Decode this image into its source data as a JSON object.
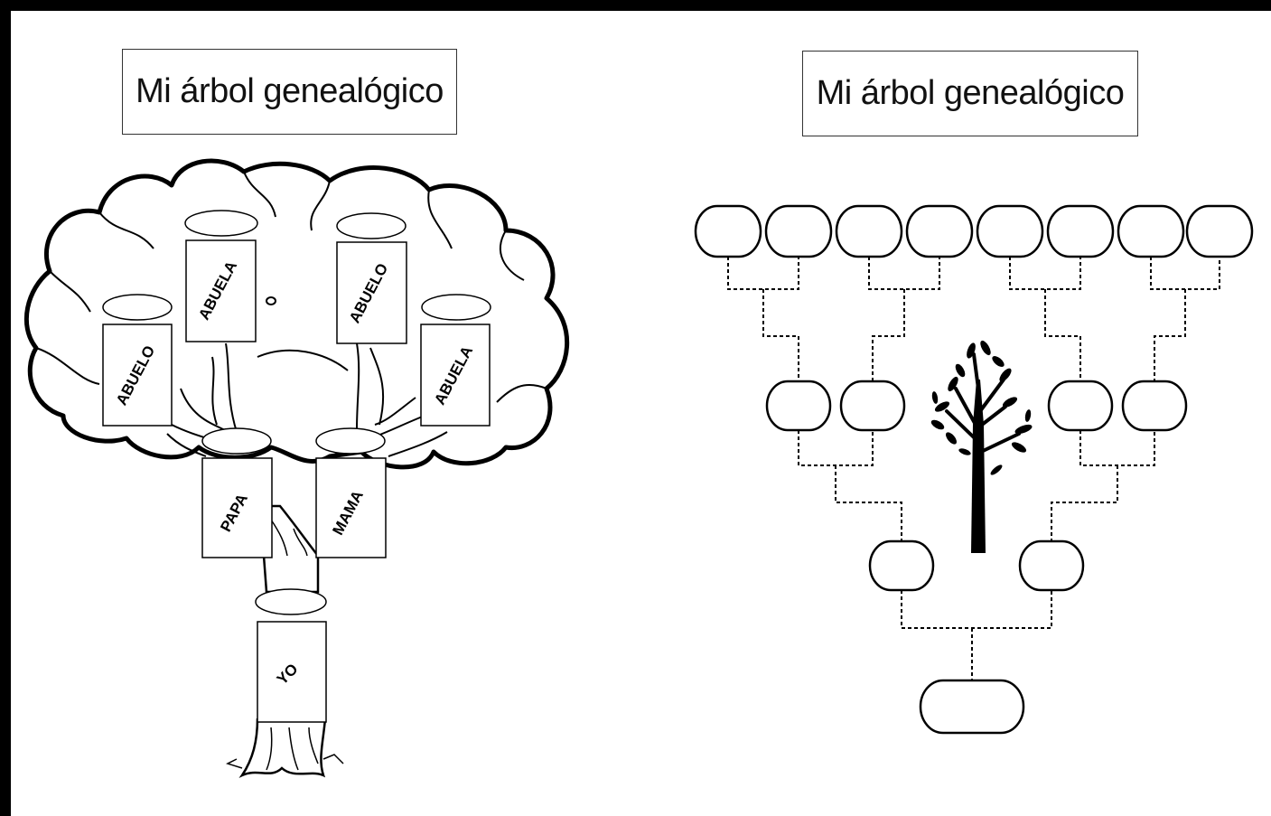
{
  "left_panel": {
    "title": "Mi árbol genealógico",
    "cards": {
      "abuela_top": "ABUELA",
      "abuelo_top": "ABUELO",
      "abuelo_left": "ABUELO",
      "abuela_right": "ABUELA",
      "papa": "PAPA",
      "mama": "MAMA",
      "yo": "YO"
    }
  },
  "right_panel": {
    "title": "Mi árbol genealógico",
    "generations": [
      8,
      4,
      2,
      1
    ]
  }
}
